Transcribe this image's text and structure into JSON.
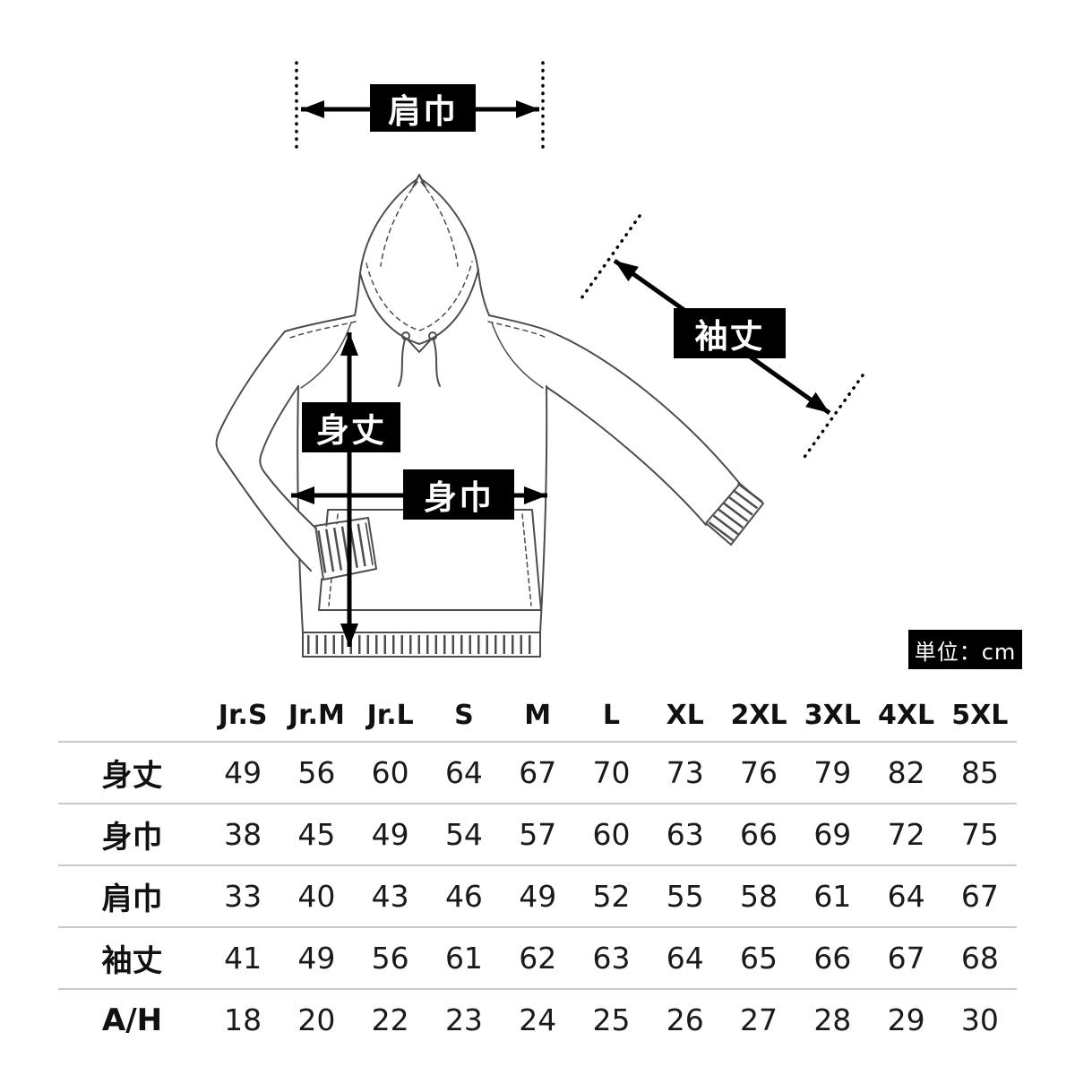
{
  "diagram": {
    "measurement_labels": {
      "shoulder_width": "肩巾",
      "body_length": "身丈",
      "body_width": "身巾",
      "sleeve_length": "袖丈"
    },
    "unit_label": "単位：cm"
  },
  "size_table": {
    "columns": [
      "Jr.S",
      "Jr.M",
      "Jr.L",
      "S",
      "M",
      "L",
      "XL",
      "2XL",
      "3XL",
      "4XL",
      "5XL"
    ],
    "rows": [
      {
        "label": "身丈",
        "values": [
          "49",
          "56",
          "60",
          "64",
          "67",
          "70",
          "73",
          "76",
          "79",
          "82",
          "85"
        ]
      },
      {
        "label": "身巾",
        "values": [
          "38",
          "45",
          "49",
          "54",
          "57",
          "60",
          "63",
          "66",
          "69",
          "72",
          "75"
        ]
      },
      {
        "label": "肩巾",
        "values": [
          "33",
          "40",
          "43",
          "46",
          "49",
          "52",
          "55",
          "58",
          "61",
          "64",
          "67"
        ]
      },
      {
        "label": "袖丈",
        "values": [
          "41",
          "49",
          "56",
          "61",
          "62",
          "63",
          "64",
          "65",
          "66",
          "67",
          "68"
        ]
      },
      {
        "label": "A/H",
        "values": [
          "18",
          "20",
          "22",
          "23",
          "24",
          "25",
          "26",
          "27",
          "28",
          "29",
          "30"
        ]
      }
    ]
  }
}
